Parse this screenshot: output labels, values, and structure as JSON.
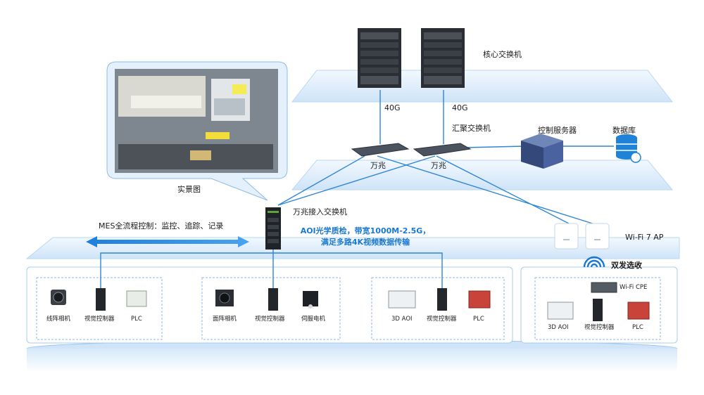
{
  "core": {
    "label": "核心交换机",
    "link_left": "40G",
    "link_right": "40G"
  },
  "aggregation": {
    "label": "汇聚交换机",
    "switch_left": "万兆",
    "switch_right": "万兆"
  },
  "server": {
    "label": "控制服务器"
  },
  "database": {
    "label": "数据库"
  },
  "photo": {
    "caption": "实景图"
  },
  "access": {
    "label": "万兆接入交换机",
    "note_line1": "AOI光学质检，带宽1000M-2.5G，",
    "note_line2": "满足多路4K视频数据传输"
  },
  "mes": {
    "label": "MES全流程控制：监控、追踪、记录"
  },
  "wifi": {
    "ap_label": "Wi-Fi 7 AP",
    "dual_label": "双发选收",
    "cpe_label": "Wi-Fi CPE"
  },
  "groups": [
    {
      "items": [
        "线阵相机",
        "视觉控制器",
        "PLC"
      ]
    },
    {
      "items": [
        "面阵相机",
        "视觉控制器",
        "伺服电机"
      ]
    },
    {
      "items": [
        "3D AOI",
        "视觉控制器",
        "PLC"
      ]
    },
    {
      "items": [
        "3D AOI",
        "视觉控制器",
        "PLC"
      ]
    }
  ],
  "colors": {
    "line": "#2f86d6",
    "panel": "#d8ebfb",
    "accent": "#1a78d2"
  }
}
